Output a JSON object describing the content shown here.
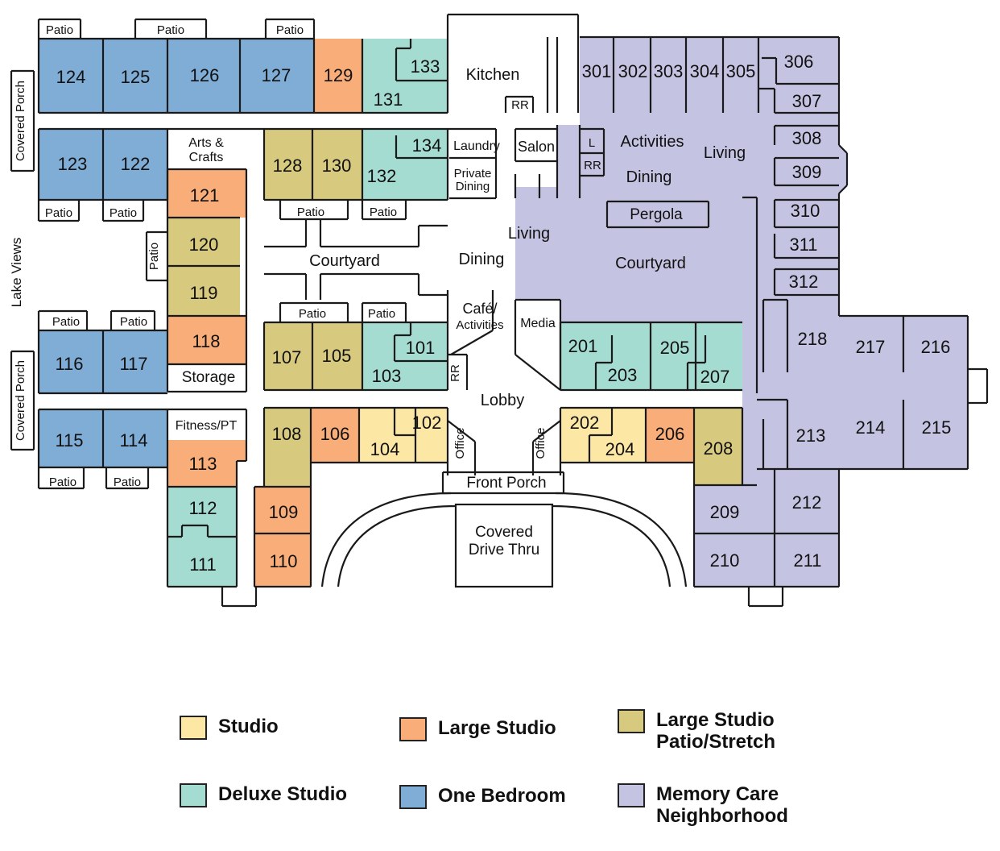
{
  "colors": {
    "studio": "#fde7a5",
    "large_studio": "#f9ae79",
    "large_studio_patio": "#d7c97e",
    "deluxe_studio": "#a5dcd2",
    "one_bedroom": "#7fadd6",
    "memory_care": "#c4c4e2",
    "wall": "#1a1a1a"
  },
  "rooms": {
    "r124": "124",
    "r125": "125",
    "r126": "126",
    "r127": "127",
    "r129": "129",
    "r131": "131",
    "r133": "133",
    "r123": "123",
    "r122": "122",
    "r121": "121",
    "r120": "120",
    "r119": "119",
    "r118": "118",
    "r116": "116",
    "r117": "117",
    "r115": "115",
    "r114": "114",
    "r113": "113",
    "r112": "112",
    "r111": "111",
    "r128": "128",
    "r130": "130",
    "r132": "132",
    "r134": "134",
    "r107": "107",
    "r105": "105",
    "r103": "103",
    "r101": "101",
    "r108": "108",
    "r106": "106",
    "r104": "104",
    "r102": "102",
    "r109": "109",
    "r110": "110",
    "r201": "201",
    "r203": "203",
    "r205": "205",
    "r207": "207",
    "r202": "202",
    "r204": "204",
    "r206": "206",
    "r208": "208",
    "r209": "209",
    "r210": "210",
    "r211": "211",
    "r212": "212",
    "r213": "213",
    "r214": "214",
    "r215": "215",
    "r216": "216",
    "r217": "217",
    "r218": "218",
    "r301": "301",
    "r302": "302",
    "r303": "303",
    "r304": "304",
    "r305": "305",
    "r306": "306",
    "r307": "307",
    "r308": "308",
    "r309": "309",
    "r310": "310",
    "r311": "311",
    "r312": "312"
  },
  "spaces": {
    "patio": "Patio",
    "covered_porch": "Covered Porch",
    "lake_views": "Lake Views",
    "kitchen": "Kitchen",
    "rr": "RR",
    "l": "L",
    "arts_crafts": "Arts &\nCrafts",
    "laundry": "Laundry",
    "private_dining": "Private\nDining",
    "salon": "Salon",
    "courtyard": "Courtyard",
    "dining": "Dining",
    "living": "Living",
    "cafe": "Café/",
    "activities_small": "Activities",
    "media": "Media",
    "storage": "Storage",
    "lobby": "Lobby",
    "fitness": "Fitness/PT",
    "office": "Office",
    "front_porch": "Front Porch",
    "covered_drive_thru": "Covered\nDrive Thru",
    "activities": "Activities",
    "pergola": "Pergola"
  },
  "legend": [
    {
      "key": "studio",
      "label": "Studio"
    },
    {
      "key": "large_studio",
      "label": "Large Studio"
    },
    {
      "key": "large_studio_patio",
      "label": "Large Studio\nPatio/Stretch"
    },
    {
      "key": "deluxe_studio",
      "label": "Deluxe Studio"
    },
    {
      "key": "one_bedroom",
      "label": "One Bedroom"
    },
    {
      "key": "memory_care",
      "label": "Memory Care\nNeighborhood"
    }
  ]
}
